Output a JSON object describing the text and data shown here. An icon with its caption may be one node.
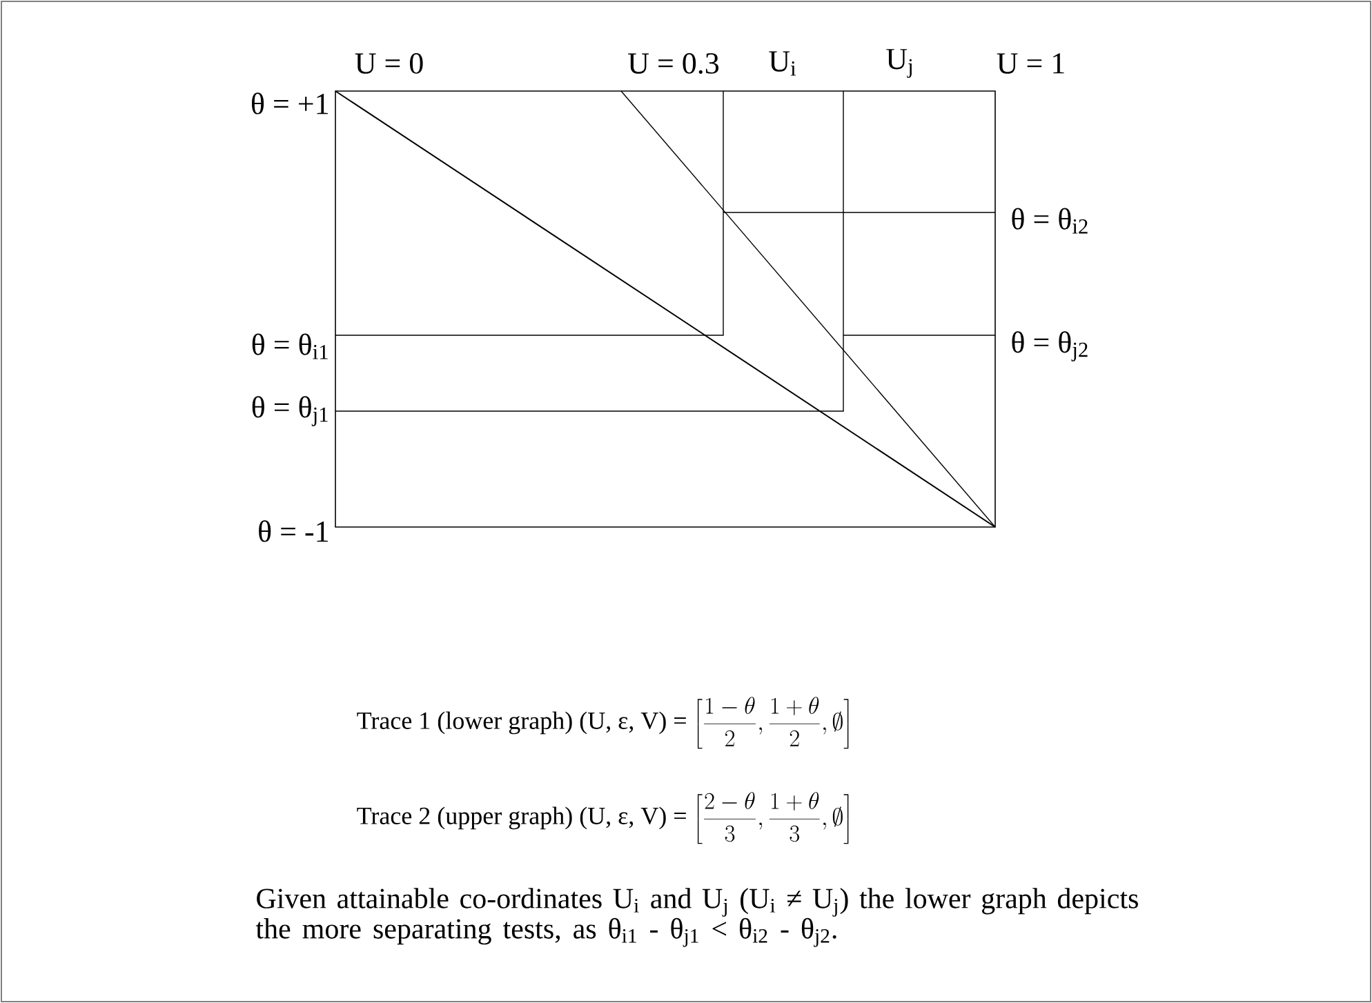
{
  "diagram": {
    "labels": [
      "U = 0",
      "U = 0.3",
      "U$_{i}$",
      "U$_{j}$",
      "U = 1",
      "θ = +1",
      "θ = θ$_{i2}$",
      "θ = θ$_{i1}$",
      "θ = θ$_{j2}$",
      "θ = θ$_{j1}$",
      "θ = -1",
      "Trace 1 (lower graph) (U, ε, V) =",
      "\\left[\\frac{1 - \\theta}{2}, \\frac{1 + \\theta}{2}, \\emptyset\\right]",
      "Trace 2 (upper graph) (U, ε, V) =",
      "\\left[\\frac{2 - \\theta}{3}, \\frac{1 + \\theta}{3}, \\emptyset\\right]",
      "Given attainable co-ordinates U$_{i}$ and U$_{j}$ (U$_{i}$ ≠ U$_{j}$) the lower graph depicts the more separating tests, as θ$_{i1}$ - θ$_{j1}$ < θ$_{i2}$ - θ$_{j2}$."
    ]
  }
}
